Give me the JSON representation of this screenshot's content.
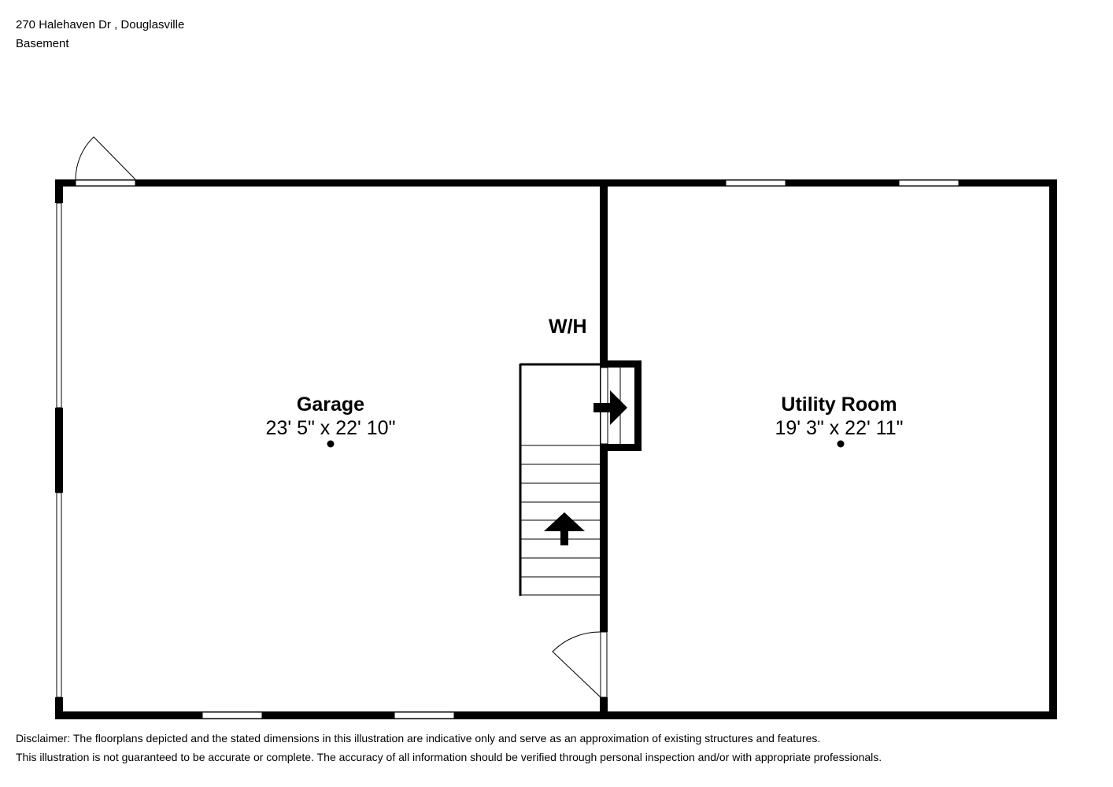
{
  "header": {
    "address": "270 Halehaven Dr , Douglasville",
    "level": "Basement"
  },
  "rooms": [
    {
      "name": "Garage",
      "dimensions": "23' 5\" x 22' 10\""
    },
    {
      "name": "Utility Room",
      "dimensions": "19' 3\" x 22' 11\""
    }
  ],
  "fixtures": {
    "water_heater": "W/H"
  },
  "disclaimer": {
    "line1": "Disclaimer: The floorplans depicted and the stated dimensions in this illustration are indicative only and serve as an approximation of existing structures and features.",
    "line2": "This illustration is not guaranteed to be accurate or complete. The accuracy of all information should be verified through personal inspection and/or with appropriate professionals."
  }
}
